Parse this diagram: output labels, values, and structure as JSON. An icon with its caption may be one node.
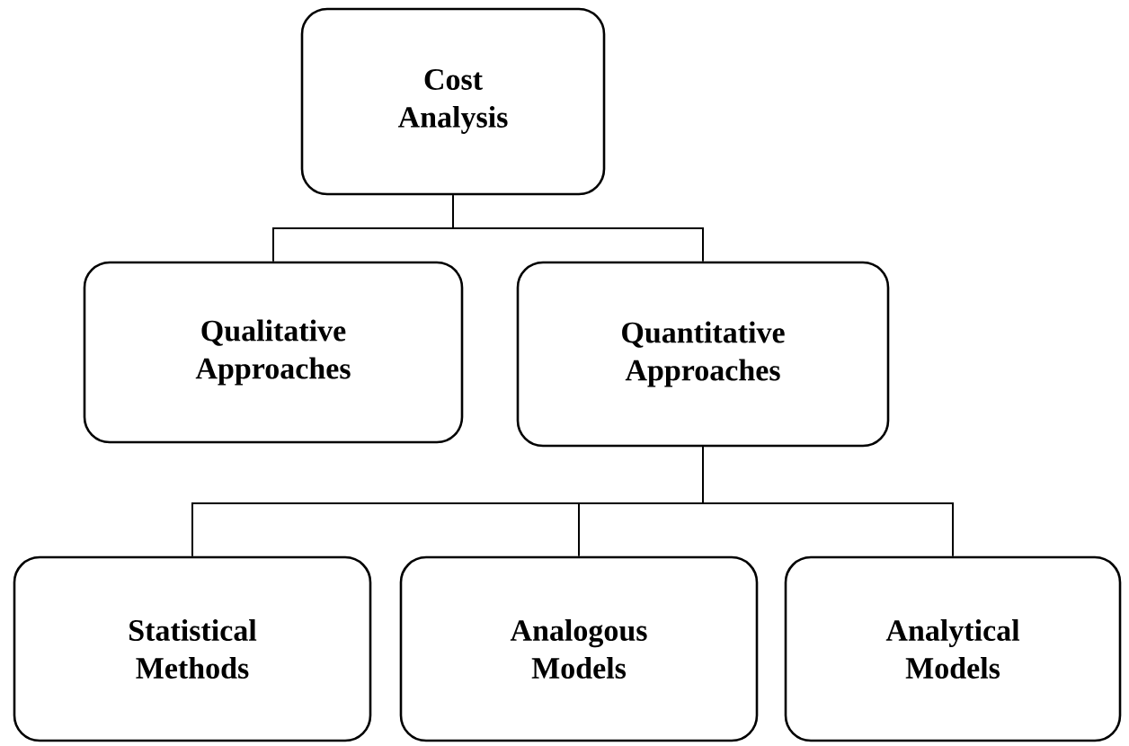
{
  "diagram": {
    "nodes": [
      {
        "text": [
          "Cost Analysis"
        ]
      },
      {
        "text": [
          "Qualitative Approaches"
        ]
      },
      {
        "text": [
          "Quantitative Approaches"
        ]
      },
      {
        "text": [
          "Statistical Methods"
        ]
      },
      {
        "text": [
          "Analogous Models"
        ]
      },
      {
        "text": [
          "Analytical Models"
        ]
      }
    ],
    "edges": [
      {
        "from": 0,
        "to": 1,
        "arrow": "none"
      },
      {
        "from": 0,
        "to": 2,
        "arrow": "none"
      },
      {
        "from": 2,
        "to": 3,
        "arrow": "none"
      },
      {
        "from": 2,
        "to": 4,
        "arrow": "none"
      },
      {
        "from": 2,
        "to": 5,
        "arrow": "none"
      }
    ]
  }
}
